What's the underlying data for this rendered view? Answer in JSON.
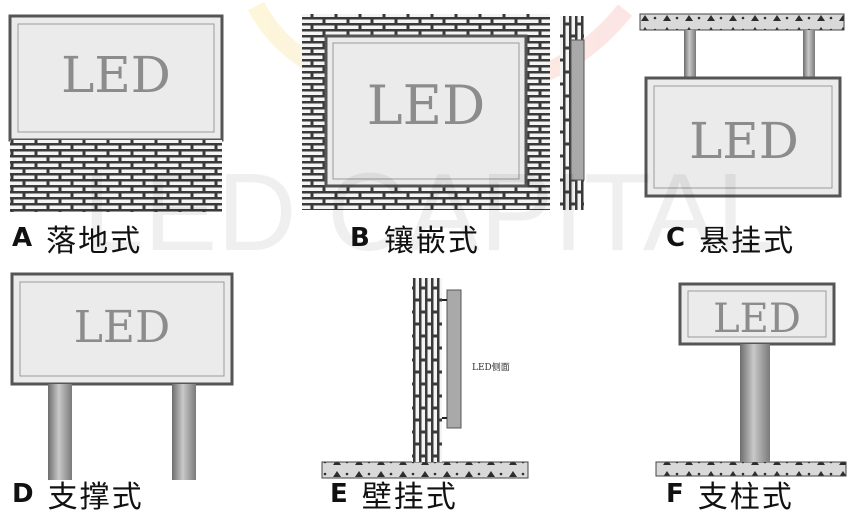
{
  "watermark": {
    "text": "LED CAPITAL",
    "logo_color": "#f5d65a",
    "logo_color_2": "#f08a8a"
  },
  "colors": {
    "screen_fill": "#ecebeb",
    "screen_frame": "#555555",
    "brick": "#3a3a3a",
    "pole": "#9a9a9a",
    "background": "#ffffff"
  },
  "panels": [
    {
      "id": "A",
      "letter": "A",
      "label": "落地式",
      "screen_text": "LED"
    },
    {
      "id": "B",
      "letter": "B",
      "label": "镶嵌式",
      "screen_text": "LED"
    },
    {
      "id": "C",
      "letter": "C",
      "label": "悬挂式",
      "screen_text": "LED"
    },
    {
      "id": "D",
      "letter": "D",
      "label": "支撑式",
      "screen_text": "LED"
    },
    {
      "id": "E",
      "letter": "E",
      "label": "壁挂式",
      "screen_text": "",
      "side_label": "LED侧面"
    },
    {
      "id": "F",
      "letter": "F",
      "label": "支柱式",
      "screen_text": "LED"
    }
  ]
}
